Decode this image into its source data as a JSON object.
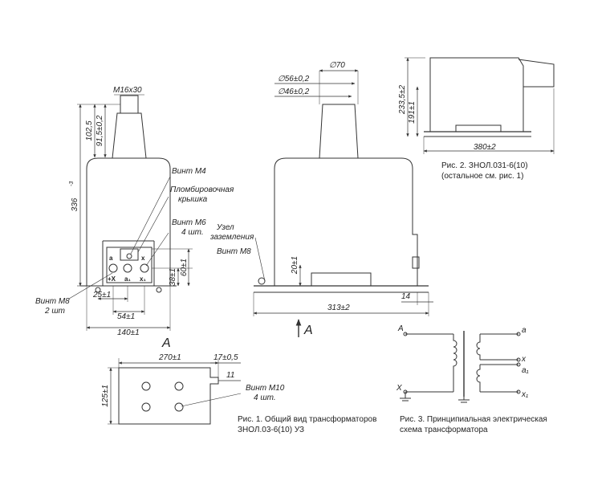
{
  "front_view": {
    "stud_label": "M16x30",
    "height_total": "336",
    "height_total_tol": "-3",
    "height_top_1": "102,5",
    "height_top_2": "91,5±0,2",
    "screw_m4": "Винт М4",
    "seal_cover_1": "Пломбировочная",
    "seal_cover_2": "крышка",
    "screw_m6_1": "Винт М6",
    "screw_m6_2": "4 шт.",
    "dim_38": "38±1",
    "dim_60": "60±1",
    "screw_m8_1": "Винт М8",
    "screw_m8_2": "2 шт",
    "dim_25": "25±1",
    "dim_54": "54±1",
    "dim_140": "140±1",
    "terminal_a": "a",
    "terminal_x": "x",
    "terminal_plus_x": "+X",
    "terminal_a1": "a₁",
    "terminal_x1": "x₁",
    "view_letter": "A"
  },
  "side_view": {
    "dia_70": "∅70",
    "dia_56": "∅56±0,2",
    "dia_46": "∅46±0,2",
    "ground_1": "Узел",
    "ground_2": "заземления",
    "screw_m8": "Винт М8",
    "dim_20": "20±1",
    "dim_14": "14",
    "dim_313": "313±2",
    "view_arrow": "A"
  },
  "top_right": {
    "dim_233": "233,5±2",
    "dim_191": "191±1",
    "dim_380": "380±2",
    "caption": "Рис. 2. ЗНОЛ.031-6(10)\n(остальное см. рис. 1)"
  },
  "bottom_view": {
    "dim_270": "270±1",
    "dim_17": "17±0,5",
    "dim_11": "11",
    "dim_125": "125±1",
    "screw_m10_1": "Винт М10",
    "screw_m10_2": "4 шт.",
    "caption": "Рис. 1. Общий вид трансформаторов\nЗНОЛ.03-6(10) УЗ"
  },
  "schematic": {
    "A": "A",
    "X": "X",
    "a": "a",
    "x": "x",
    "a1": "a₁",
    "x1": "x₁",
    "caption": "Рис. 3.  Принципиальная электрическая\nсхема трансформатора"
  }
}
